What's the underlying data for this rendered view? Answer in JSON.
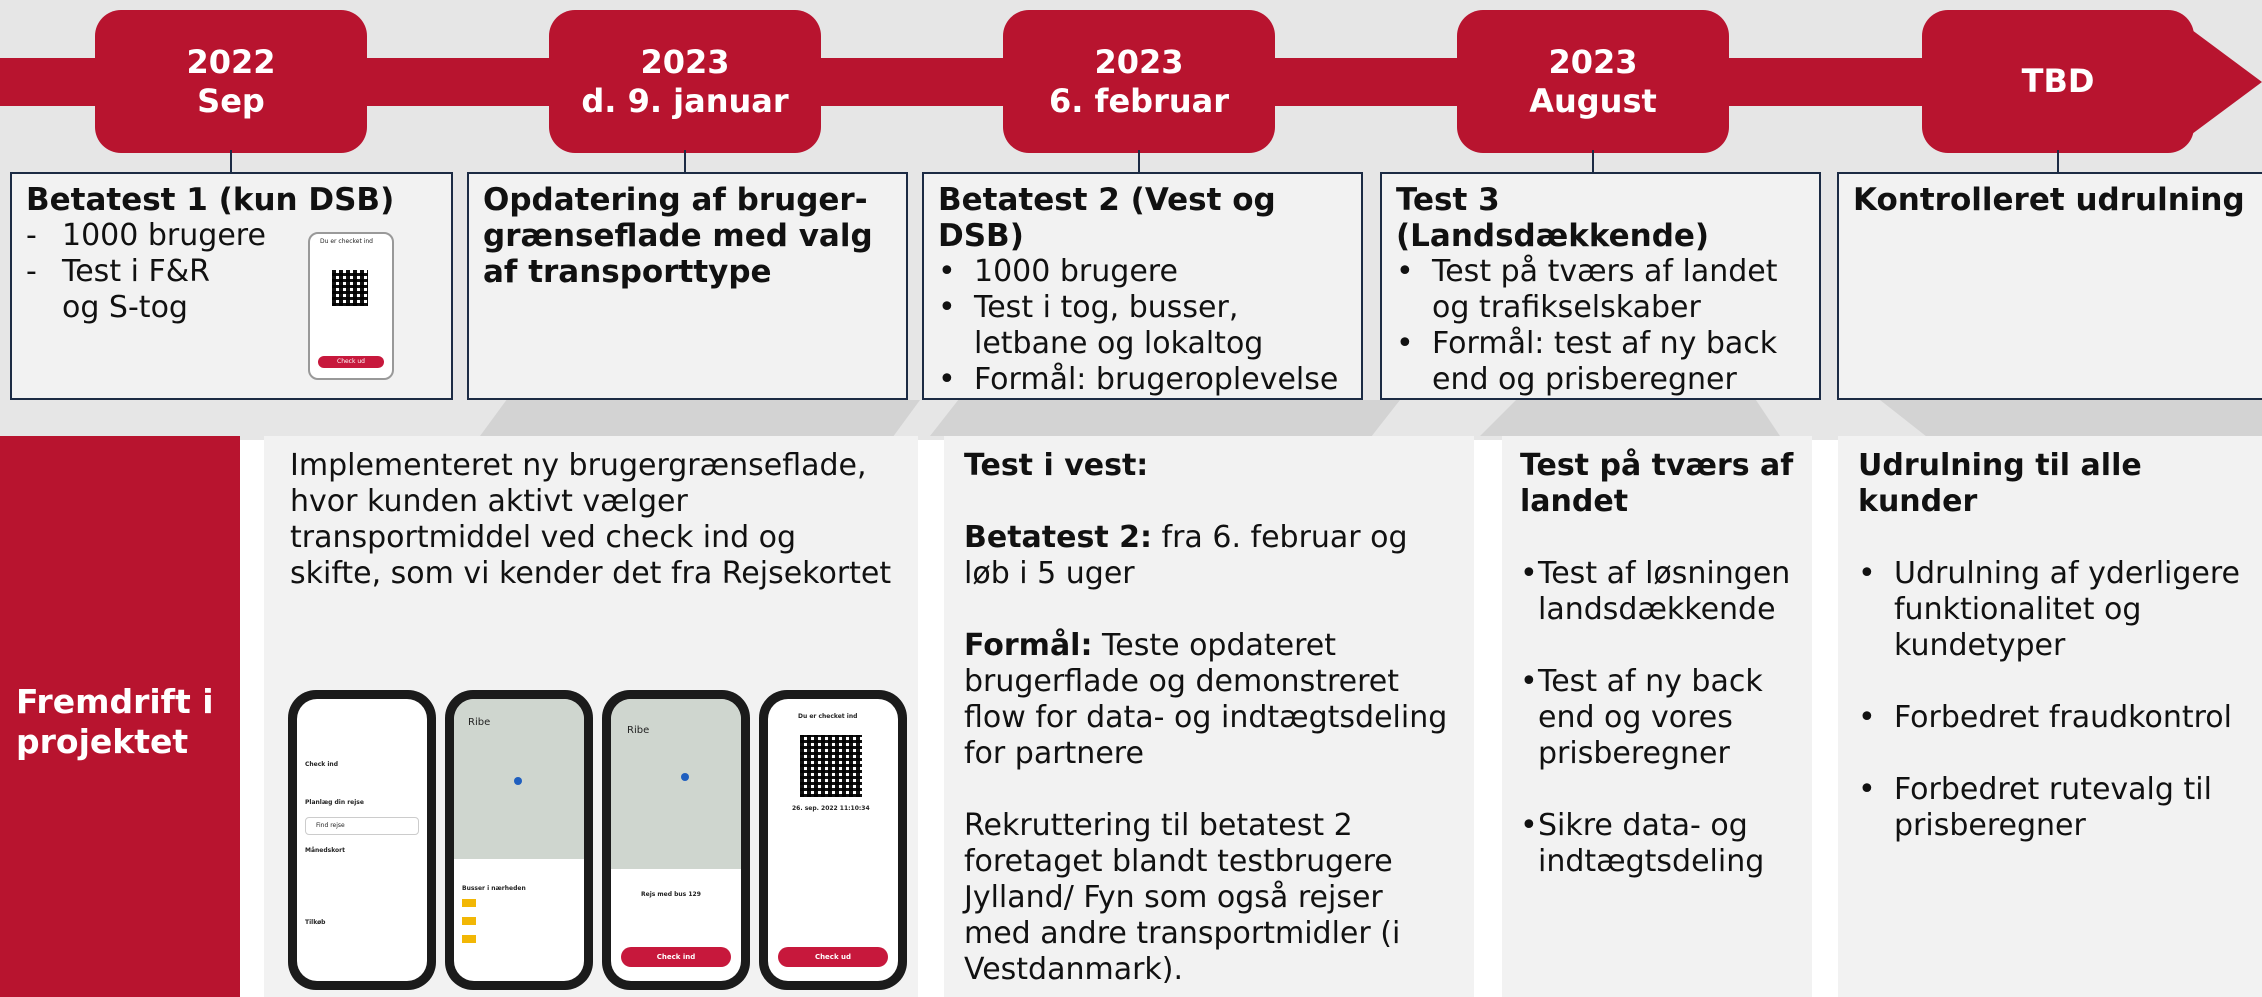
{
  "milestones": [
    {
      "line1": "2022",
      "line2": "Sep"
    },
    {
      "line1": "2023",
      "line2": "d. 9. januar"
    },
    {
      "line1": "2023",
      "line2": "6. februar"
    },
    {
      "line1": "2023",
      "line2": "August"
    },
    {
      "line1": "TBD",
      "line2": ""
    }
  ],
  "boxes": [
    {
      "title": "Betatest 1 (kun DSB)",
      "items": [
        "1000 brugere",
        "Test i F&R",
        "og S-tog"
      ]
    },
    {
      "title": "Opdatering af bruger-grænseflade med valg af transporttype"
    },
    {
      "title": "Betatest 2 (Vest og DSB)",
      "items": [
        "1000 brugere",
        "Test i tog, busser, letbane og lokaltog",
        "Formål: brugeroplevelse og demo af back end"
      ]
    },
    {
      "title": "Test 3 (Landsdækkende)",
      "items": [
        "Test på tværs af landet og trafikselskaber",
        "Formål: test af ny back end og prisberegner"
      ]
    },
    {
      "title": "Kontrolleret udrulning"
    }
  ],
  "side_label": "Fremdrift i projektet",
  "col1": {
    "text": "Implementeret ny brugergrænseflade, hvor kunden aktivt vælger transportmiddel ved check ind og skifte, som vi kender det fra Rejsekortet"
  },
  "col2": {
    "heading": "Test i vest:",
    "p1_bold": "Betatest 2:",
    "p1_rest": " fra 6. februar og løb i 5 uger",
    "p2_bold": "Formål:",
    "p2_rest": " Teste opdateret brugerflade og demonstreret flow for data- og indtægtsdeling for partnere",
    "p3": "Rekruttering til betatest 2 foretaget blandt testbrugere Jylland/ Fyn som også rejser med andre transportmidler (i Vestdanmark)."
  },
  "col3": {
    "heading": "Test på tværs af landet",
    "items": [
      "Test af løsningen landsdækkende",
      "Test af ny back end og vores prisberegner",
      "Sikre data- og indtægtsdeling"
    ]
  },
  "col4": {
    "heading": "Udrulning til alle kunder",
    "items": [
      "Udrulning af yderligere funktionalitet og kundetyper",
      "Forbedret fraudkontrol",
      "Forbedret rutevalg til prisberegner"
    ]
  },
  "phones": {
    "p1": {
      "a": "Check ind",
      "b": "Planlæg din rejse",
      "c": "Find rejse",
      "d": "Månedskort",
      "e": "Tilkøb"
    },
    "p2": {
      "a": "Ribe",
      "b": "Busser i nærheden"
    },
    "p3": {
      "a": "Ribe",
      "b": "Rejs med bus 129",
      "c": "Check ind"
    },
    "p4": {
      "a": "Du er checket ind",
      "b": "26. sep. 2022 11:10:34",
      "c": "Check ud"
    },
    "small": {
      "a": "Du er checket ind",
      "b": "Check ud"
    }
  },
  "colors": {
    "brand": "#b8142f",
    "border": "#1c2b44",
    "panel": "#f2f2f2"
  }
}
